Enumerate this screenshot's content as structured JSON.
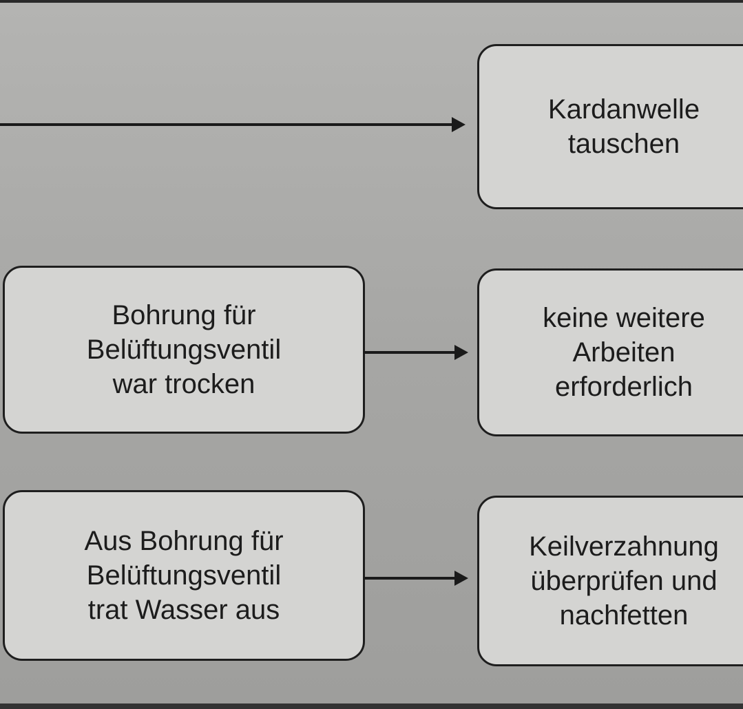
{
  "boxes": {
    "right1": "Kardanwelle\ntauschen",
    "left2": "Bohrung für\nBelüftungsventil\nwar trocken",
    "right2": "keine weitere\nArbeiten\nerforderlich",
    "left3": "Aus Bohrung für\nBelüftungsventil\ntrat Wasser aus",
    "right3": "Keilverzahnung\nüberprüfen und\nnachfetten"
  }
}
